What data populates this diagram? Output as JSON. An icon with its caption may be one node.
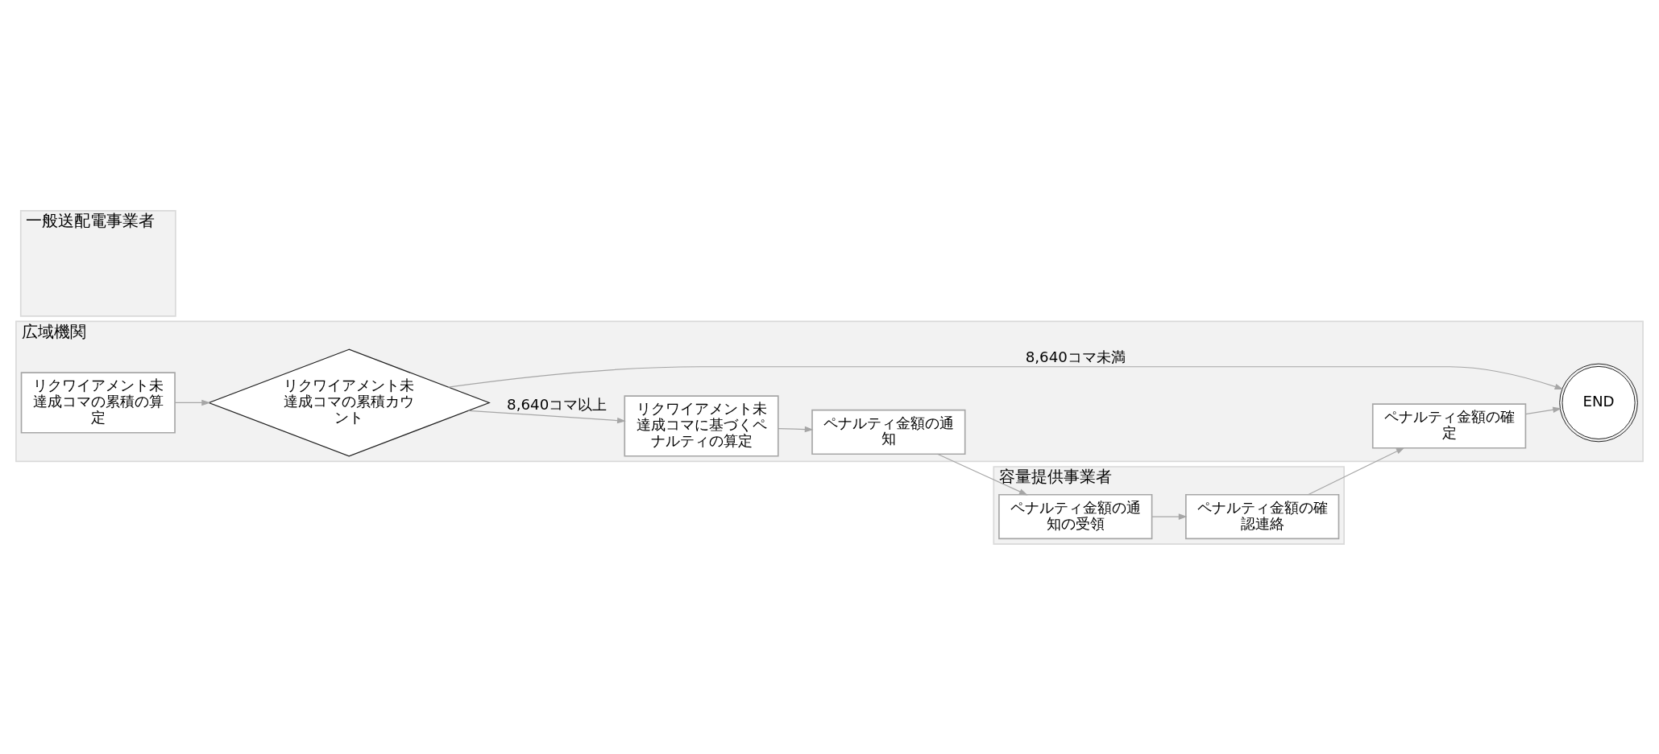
{
  "diagram": {
    "nodes": [
      {
        "text": [
          "容量提供事業者"
        ]
      },
      {
        "text": [
          "ペナルティ金額の通知の受領"
        ],
        "in": 0
      },
      {
        "text": [
          "ペナルティ金額の確認連絡"
        ],
        "in": 0
      },
      {
        "text": [
          "一般送配電事業者"
        ]
      },
      {
        "text": [
          "広域機関"
        ]
      },
      {
        "text": [
          "リクワイアメント未達成コマの累積の算定"
        ],
        "in": 4
      },
      {
        "text": [
          "リクワイアメント未達成コマの累積カウント"
        ],
        "in": 4
      },
      {
        "text": [
          "リクワイアメント未達成コマに基づくペナルティの算定"
        ],
        "in": 4
      },
      {
        "text": [
          "ペナルティ金額の通知"
        ],
        "in": 4
      },
      {
        "text": [
          "ペナルティ金額の確定"
        ],
        "in": 4
      },
      {
        "text": [
          "END"
        ],
        "in": 4
      }
    ],
    "edges": [
      {
        "from": 5,
        "to": 6,
        "arrow": "to"
      },
      {
        "from": 6,
        "to": 7,
        "arrow": "to",
        "label": "8,640コマ以上"
      },
      {
        "from": 7,
        "to": 8,
        "arrow": "to"
      },
      {
        "from": 8,
        "to": 1,
        "arrow": "to"
      },
      {
        "from": 1,
        "to": 2,
        "arrow": "to"
      },
      {
        "from": 2,
        "to": 9,
        "arrow": "to"
      },
      {
        "from": 9,
        "to": 10,
        "arrow": "to"
      },
      {
        "from": 6,
        "to": 10,
        "arrow": "to",
        "label": "8,640コマ未満"
      }
    ]
  }
}
